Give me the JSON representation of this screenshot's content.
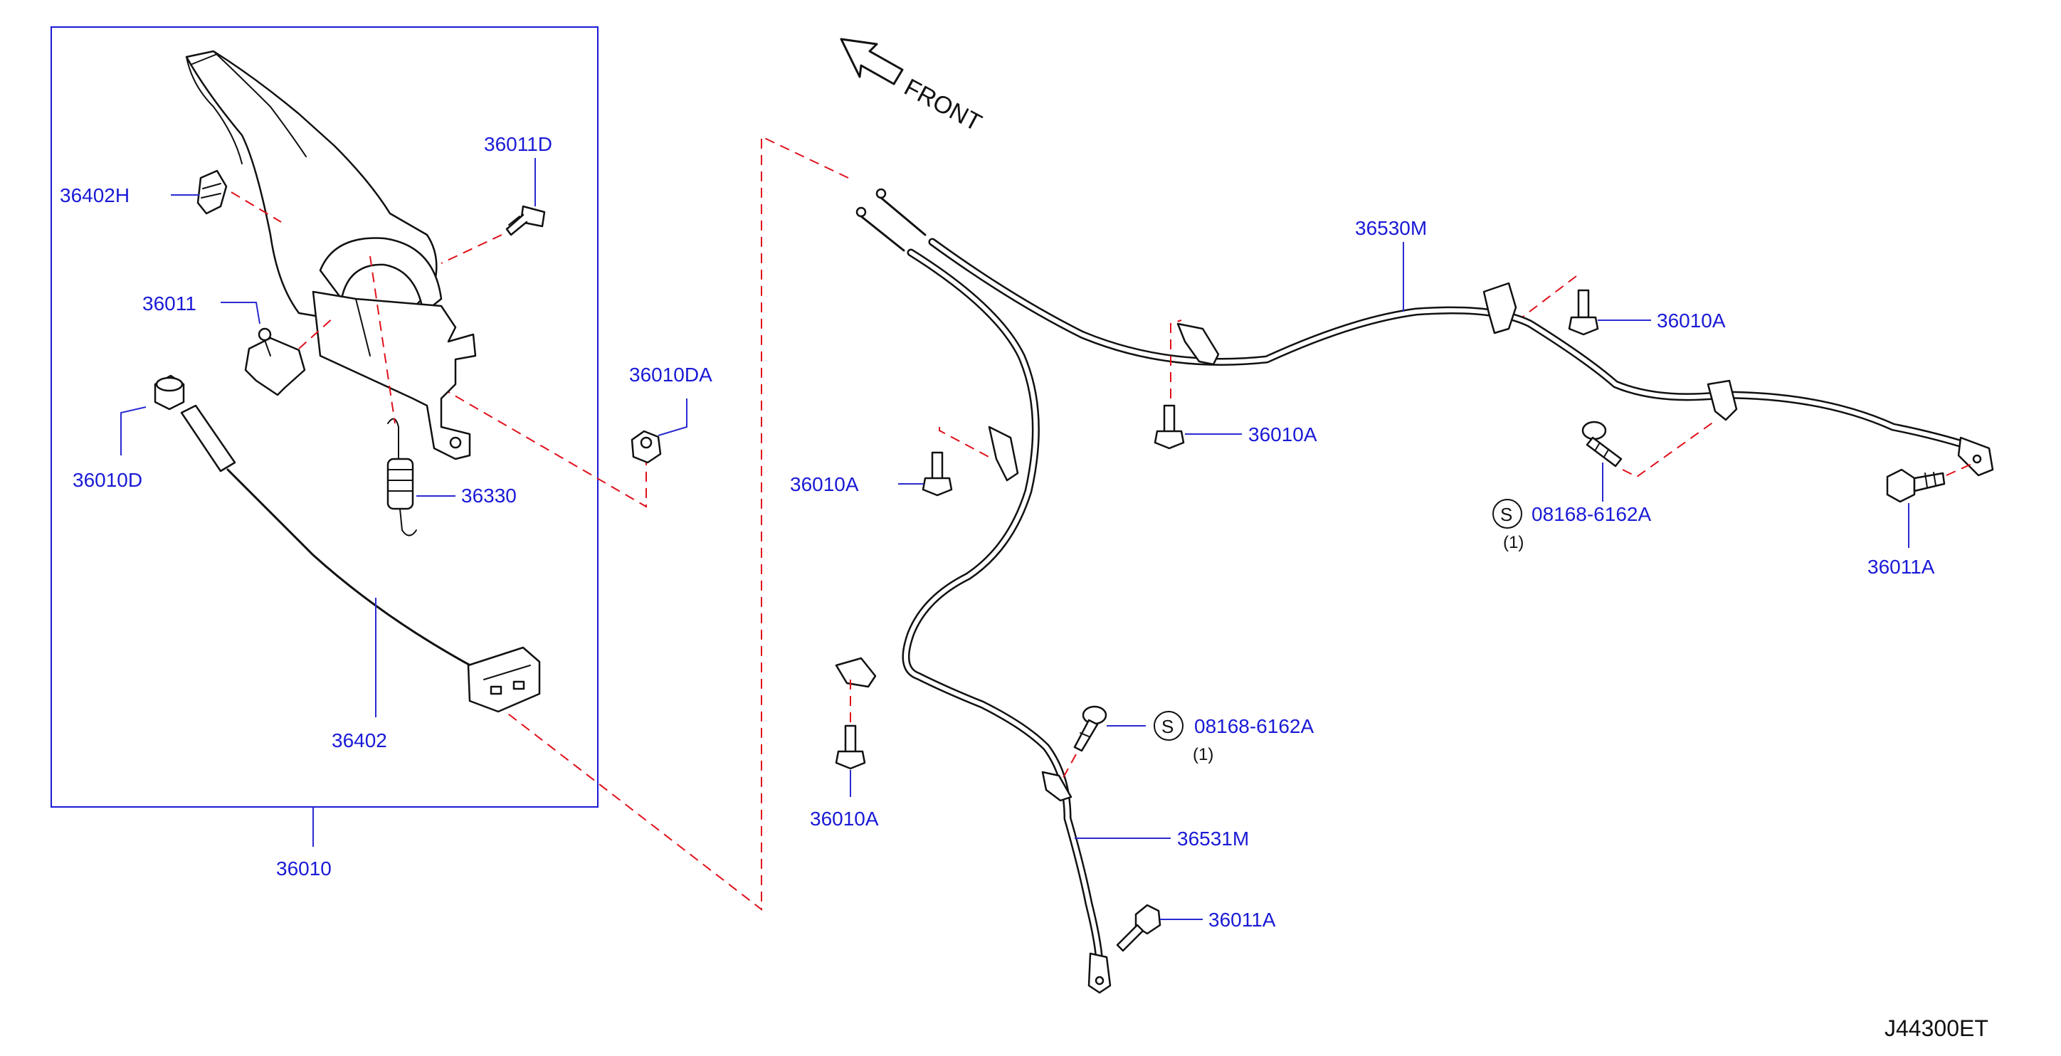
{
  "diagram": {
    "front_label": "FRONT",
    "drawing_code": "J44300ET",
    "group_label": "36010",
    "parts": {
      "p36402H": "36402H",
      "p36011D": "36011D",
      "p36011": "36011",
      "p36010D": "36010D",
      "p36330": "36330",
      "p36402": "36402",
      "p36010DA": "36010DA",
      "p36530M": "36530M",
      "p36010A_1": "36010A",
      "p36010A_2": "36010A",
      "p36010A_3": "36010A",
      "p36010A_4": "36010A",
      "p08168_1": "08168-6162A",
      "p08168_2": "08168-6162A",
      "p36011A_1": "36011A",
      "p36011A_2": "36011A",
      "p36531M": "36531M"
    },
    "symbol_s": "S",
    "qty_1": "(1)",
    "qty_2": "(1)"
  }
}
